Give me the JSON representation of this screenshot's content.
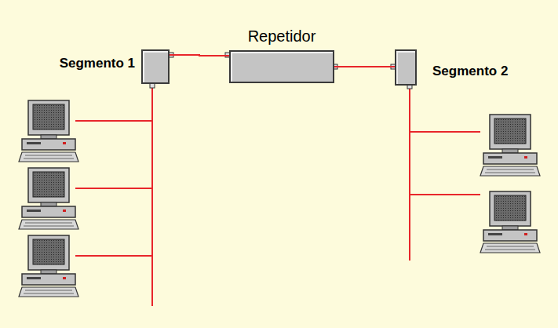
{
  "diagram": {
    "nodes": [
      {
        "text": [
          "Segmento 1"
        ]
      },
      {
        "text": [
          "Repetidor"
        ]
      },
      {
        "text": [
          "Segmento 2"
        ]
      }
    ],
    "edges": [
      {
        "from": 0,
        "to": 1,
        "arrow": "none"
      },
      {
        "from": 1,
        "to": 2,
        "arrow": "none"
      }
    ]
  }
}
